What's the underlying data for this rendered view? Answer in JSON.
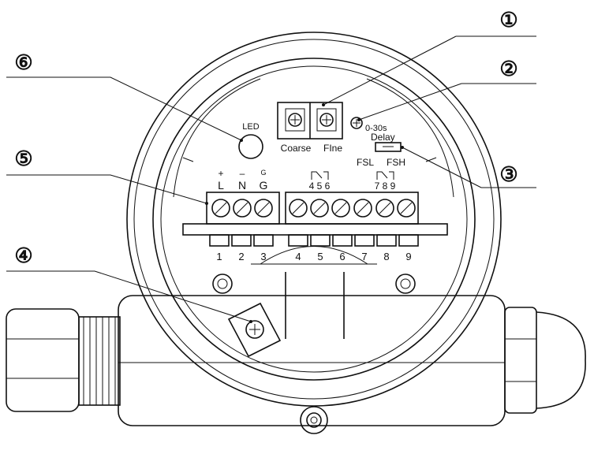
{
  "callouts": [
    {
      "num": "①"
    },
    {
      "num": "②"
    },
    {
      "num": "③"
    },
    {
      "num": "④"
    },
    {
      "num": "⑤"
    },
    {
      "num": "⑥"
    }
  ],
  "labels": {
    "led": "LED",
    "coarse": "Coarse",
    "fine": "FIne",
    "delay_range": "0-30s",
    "delay": "Delay",
    "fsl": "FSL",
    "fsh": "FSH",
    "plus": "+",
    "minus": "–",
    "g_small": "G",
    "l": "L",
    "n": "N",
    "g": "G",
    "relay1": "4 5 6",
    "relay2": "7 8 9"
  },
  "terminals": [
    "1",
    "2",
    "3",
    "4",
    "5",
    "6",
    "7",
    "8",
    "9"
  ]
}
